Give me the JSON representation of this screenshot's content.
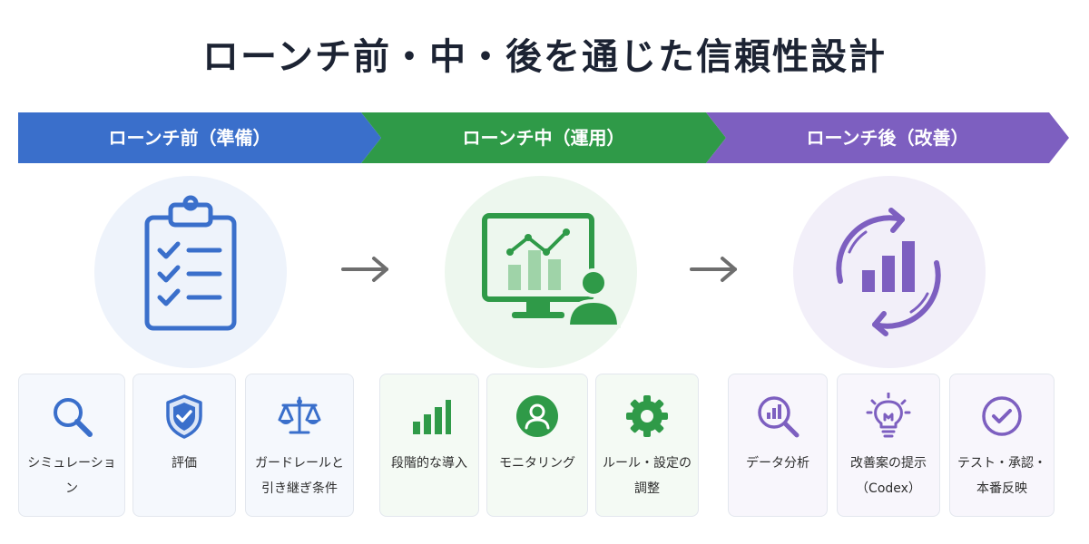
{
  "title": "ローンチ前・中・後を通じた信頼性設計",
  "colors": {
    "blue": "#3a6fcb",
    "green": "#2f9a48",
    "purple": "#7d5fc0",
    "arrow": "#6e6e6e"
  },
  "phases": [
    {
      "label": "ローンチ前（準備）",
      "icon": "clipboard-checklist-icon",
      "cards": [
        {
          "label": "シミュレーション",
          "icon": "magnifier-icon"
        },
        {
          "label": "評価",
          "icon": "shield-check-icon"
        },
        {
          "label": "ガードレールと\n引き継ぎ条件",
          "icon": "balance-scale-icon"
        }
      ]
    },
    {
      "label": "ローンチ中（運用）",
      "icon": "monitor-chart-user-icon",
      "cards": [
        {
          "label": "段階的な導入",
          "icon": "bar-chart-icon"
        },
        {
          "label": "モニタリング",
          "icon": "user-circle-icon"
        },
        {
          "label": "ルール・設定の\n調整",
          "icon": "gear-icon"
        }
      ]
    },
    {
      "label": "ローンチ後（改善）",
      "icon": "cycle-bar-chart-icon",
      "cards": [
        {
          "label": "データ分析",
          "icon": "chart-magnifier-icon"
        },
        {
          "label": "改善案の提示\n（Codex）",
          "icon": "lightbulb-icon"
        },
        {
          "label": "テスト・承認・\n本番反映",
          "icon": "check-circle-icon"
        }
      ]
    }
  ]
}
